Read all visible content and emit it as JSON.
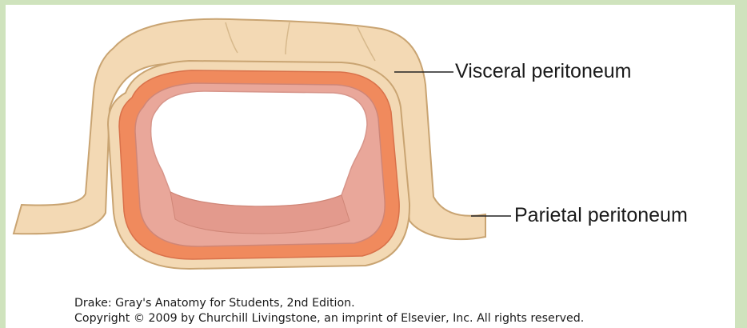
{
  "labels": {
    "visceral": "Visceral peritoneum",
    "parietal": "Parietal peritoneum"
  },
  "credit": {
    "line1": "Drake: Gray's Anatomy for Students, 2nd Edition.",
    "line2": "Copyright © 2009 by Churchill Livingstone, an imprint of Elsevier, Inc. All rights reserved."
  },
  "colors": {
    "border": "#cfe3bd",
    "background": "#ffffff",
    "peritoneum": "#f3d9b4",
    "peritoneum_outline": "#c9a472",
    "muscle": "#f08a5d",
    "mucosa": "#e9a79a"
  }
}
